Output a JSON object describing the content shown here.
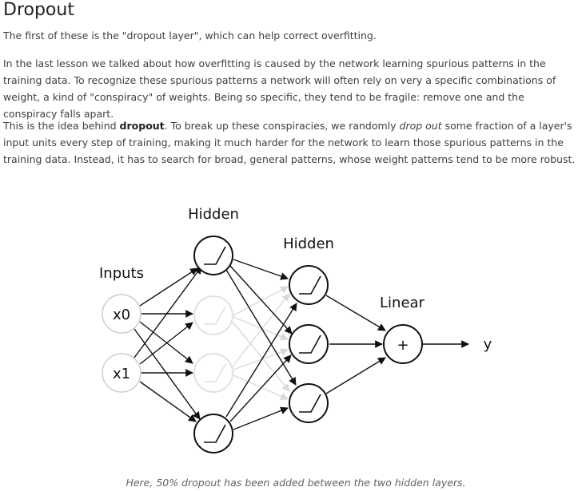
{
  "heading": "Dropout",
  "paragraphs": {
    "p1": "The first of these is the \"dropout layer\", which can help correct overfitting.",
    "p2": "In the last lesson we talked about how overfitting is caused by the network learning spurious patterns in the training data. To recognize these spurious patterns a network will often rely on very a specific combinations of weight, a kind of \"conspiracy\" of weights. Being so specific, they tend to be fragile: remove one and the conspiracy falls apart.",
    "p3_before": "This is the idea behind ",
    "p3_bold": "dropout",
    "p3_mid": ". To break up these conspiracies, we randomly ",
    "p3_italic": "drop out",
    "p3_after": " some fraction of a layer's input units every step of training, making it much harder for the network to learn those spurious patterns in the training data. Instead, it has to search for broad, general patterns, whose weight patterns tend to be more robust."
  },
  "diagram": {
    "labels": {
      "hidden1": "Hidden",
      "hidden2": "Hidden",
      "inputs": "Inputs",
      "linear": "Linear",
      "x0": "x0",
      "x1": "x1",
      "plus": "+",
      "y": "y"
    }
  },
  "caption": "Here, 50% dropout has been added between the two hidden layers."
}
